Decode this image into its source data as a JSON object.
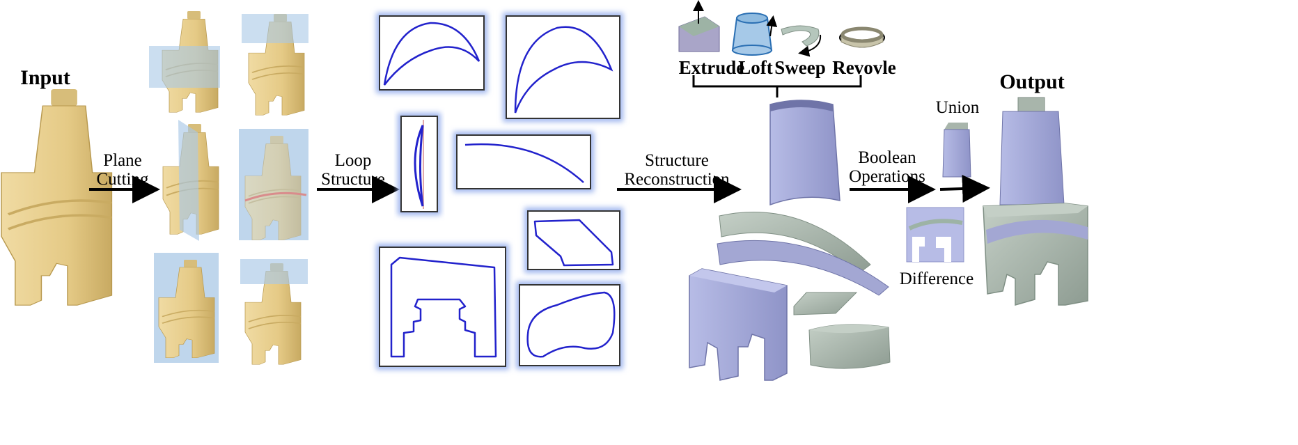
{
  "labels": {
    "input": "Input",
    "output": "Output",
    "plane_cutting": [
      "Plane",
      "Cutting"
    ],
    "loop_structure": [
      "Loop",
      "Structure"
    ],
    "structure_reconstruction": [
      "Structure",
      "Reconstruction"
    ],
    "boolean_operations": [
      "Boolean",
      "Operations"
    ],
    "union": "Union",
    "difference": "Difference",
    "ops": [
      "Extrude",
      "Loft",
      "Sweep",
      "Revovle"
    ]
  },
  "colors": {
    "part_fill": "#e8cf8e",
    "part_shade": "#c9ad66",
    "plane": "#a9c8e6",
    "loop_stroke": "#2222cc",
    "frame_glow": "#9fb6ee",
    "prim_fill": "#a3a7d3",
    "prim_dark": "#7f84b8",
    "grey_fill": "#a8b5ab",
    "grey_dark": "#7f8f84"
  }
}
